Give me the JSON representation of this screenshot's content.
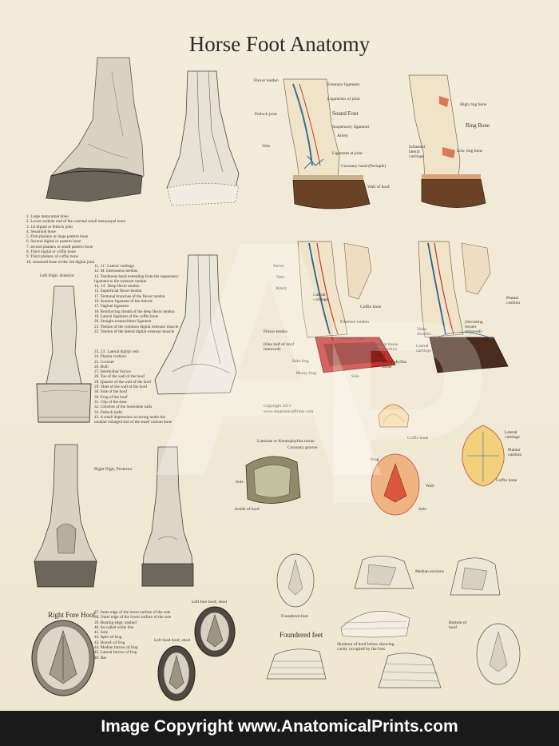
{
  "title": "Horse Foot Anatomy",
  "footer": "Image Copyright www.AnatomicalPrints.com",
  "watermark_letters": [
    "A",
    "P"
  ],
  "copyright": {
    "line1": "Copyright 2011",
    "line2": "www.AnatomicalPrints.com"
  },
  "legend_1": [
    "1. Large metacarpal bone",
    "2. Lower nodular end of the external small metacarpal bone",
    "3. 1st digital or fetlock joint",
    "4. Sesamoid bone",
    "5. First phalanx or large pastern bone",
    "6. Second digital or pastern bone",
    "7. second phalanx or small pastern bone",
    "8. Third digital or coffin bone",
    "9. Third phalanx of coffin bone",
    "10. sesamoid bone of the 3rd digital joint"
  ],
  "legend_2": [
    "11, 11'. Lateral cartilage",
    "12. M. interosseus medius",
    "13. Tendinous band extending from the suspensory",
    "    ligament to the extensor tendon",
    "14, 14'. Deep flexor tendon",
    "15. Superficial flexor tendon",
    "17. Terminal branches of the flexor tendon",
    "16. Annular ligament of the fetlock",
    "17. Vaginal ligament",
    "18. Reinforcing sheath of the deep flexor tendon",
    "19. Lateral ligament of the coffin bone",
    "20. Straight sesamoidean ligament",
    "21. Tendon of the common digital extensor muscle",
    "22. Tendon of the lateral digital extensor muscle"
  ],
  "legend_3": [
    "23, 23'. Lateral digital vein",
    "24. Plantar cushion",
    "25. Coronet",
    "26. Bulb",
    "27. Interbulbar furrow",
    "28. Toe of the wall of the hoof",
    "29. Quarter of the wall of the hoof",
    "29'. Heel of the wall of the hoof",
    "30. Sole of the hoof",
    "30. Frog of the hoof",
    "31. Clip of the shoe",
    "32. Clinches of the horseshoe nails",
    "33. Fetlock (tuft)",
    "43. A small depression occurring under the",
    "    nodular enlarged end of the small cannon bone"
  ],
  "legend_4": [
    "37. Inner edge of the lower surface of the sole",
    "38. Outer edge of the lower surface of the sole",
    "39. Bearing edge, unshod",
    "40. So-called white line",
    "41. Sole",
    "42. Apex of frog",
    "43. Branch of frog",
    "44. Median furrow of frog",
    "45. Lateral furrow of frog",
    "46. Bar"
  ],
  "captions": {
    "left_digit_anterior": "Left Digit, Anterior",
    "right_digit_posterior": "Right Digit, Posterior",
    "right_fore_hoof": "Right Fore Hoof",
    "left_hind_hoof": "Left hind hoof, shod",
    "left_fore_hoof": "Left fore hoof, shod",
    "sound_foot": "Sound Foot",
    "ring_bone": "Ring Bone",
    "founder_foot": "Foundered foot",
    "foundered_feet": "Foundered feet",
    "median_sections": "Median sections",
    "skeleton_hoof": "Skeleton of hoof below showing cavity occupied by the foot.",
    "bottom_of_hoof": "Bottom of hoof",
    "inside_of_hoof": "Inside of hoof"
  },
  "sound_foot_labels": {
    "flexor_tendon": "Flexor tendon",
    "fetlock_joint": "Fetlock joint",
    "vein": "Vein",
    "extensor_ligament": "Extensor ligament",
    "ligaments_of_joint": "Ligaments of joint",
    "suspensory_ligament": "Suspensory ligament",
    "artery": "Artery",
    "ligament_at_joint": "Ligament at joint",
    "coronary_band": "Coronary band (Periople)",
    "wall_of_hoof": "Wall of hoof"
  },
  "ring_bone_labels": {
    "high_ring_bone": "High ring bone",
    "inflamed_cartilage": "Inflamed lateral cartilage",
    "low_ring_bone": "Low ring bone"
  },
  "vessel_labels": {
    "nerve": "Nerve",
    "vein": "Vein",
    "artery": "Artery",
    "lateral_cartilage": "Lateral cartilage",
    "coffin_bone": "Coffin bone",
    "extensor_tendon": "Extensor tendon",
    "flexor_tendon": "Flexor tendon",
    "one_half_hoof": "(One half of hoof removed)",
    "velvety_tissue": "Velvety tissue",
    "laminar_tissue": "Laminar tissue (podophyllus)",
    "wall": "Wall",
    "keratophyllus": "Keratophyllus tissue",
    "sole_frog": "Sole-frog",
    "horny_frog": "Horny-frog",
    "sole": "Sole",
    "plantar_cushion": "Plantar cushion",
    "secreting_tissues": "(Secreting tissues removed)",
    "veins_arteries": "Veins Arteries",
    "lateral_cartilage2": "Lateral cartilage"
  },
  "hoof_labels": {
    "laminae": "Laminae or Keratophyllus tissue",
    "coronary_groove": "Coronary groove",
    "sole": "Sole",
    "inside_of_hoof": "Inside of hoof",
    "coffin_bone": "Coffin bone",
    "frog": "Frog",
    "wall": "Wall",
    "sole2": "Sole",
    "lateral_cartilage": "Lateral cartilage",
    "plantar_cushion": "Plantar cushion",
    "coffin_bone2": "Coffin bone"
  }
}
